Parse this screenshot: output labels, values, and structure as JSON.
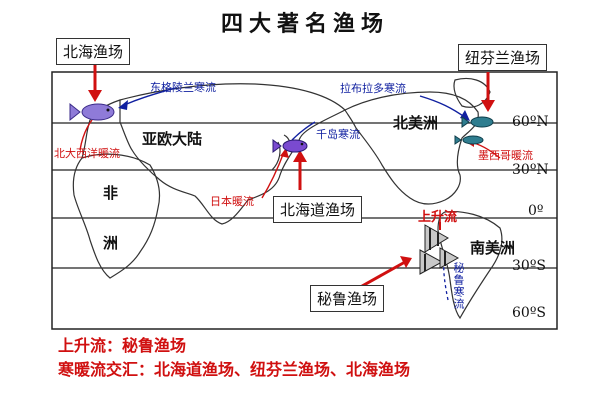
{
  "title": "四大著名渔场",
  "fisheries": {
    "north_sea": "北海渔场",
    "newfoundland": "纽芬兰渔场",
    "hokkaido": "北海道渔场",
    "peru": "秘鲁渔场"
  },
  "continents": {
    "eurasia": "亚欧大陆",
    "africa_top": "非",
    "africa_bottom": "洲",
    "north_america": "北美洲",
    "south_america": "南美洲"
  },
  "currents": {
    "east_greenland": "东格陵兰寒流",
    "labrador": "拉布拉多寒流",
    "north_atlantic": "北大西洋暖流",
    "kuril": "千岛寒流",
    "japan": "日本暖流",
    "gulf_stream": "墨西哥暖流",
    "upwelling": "上升流",
    "peru_current": "秘鲁寒流"
  },
  "latitudes": {
    "lat_60n": "60ºN",
    "lat_30n": "30ºN",
    "lat_0": "0º",
    "lat_30s": "30ºS",
    "lat_60s": "60ºS"
  },
  "summary": {
    "line1": "上升流：秘鲁渔场",
    "line2": "寒暖流交汇：北海道渔场、纽芬兰渔场、北海渔场"
  },
  "colors": {
    "warm": "#d01010",
    "cold": "#1020a0",
    "fish": "#6a4fc8"
  }
}
